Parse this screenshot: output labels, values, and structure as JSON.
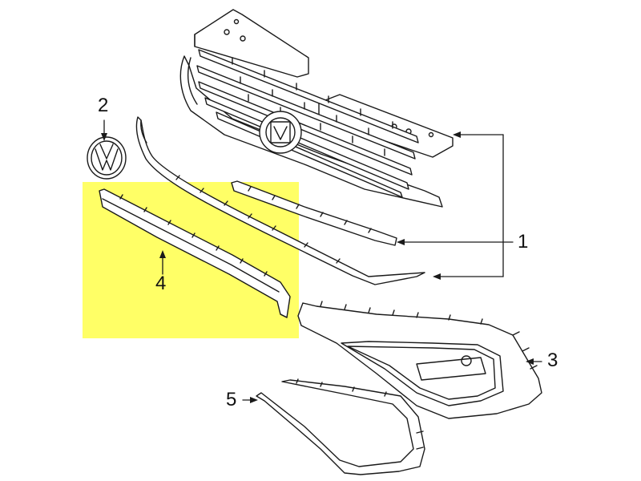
{
  "diagram": {
    "highlight_color": "#ffff66",
    "line_color": "#1a1a1a",
    "callouts": [
      {
        "label": "1",
        "part": "grille-assembly"
      },
      {
        "label": "2",
        "part": "vw-emblem"
      },
      {
        "label": "3",
        "part": "fog-lamp-bezel"
      },
      {
        "label": "4",
        "part": "lower-grille-molding"
      },
      {
        "label": "5",
        "part": "bezel-trim-strip"
      }
    ]
  }
}
